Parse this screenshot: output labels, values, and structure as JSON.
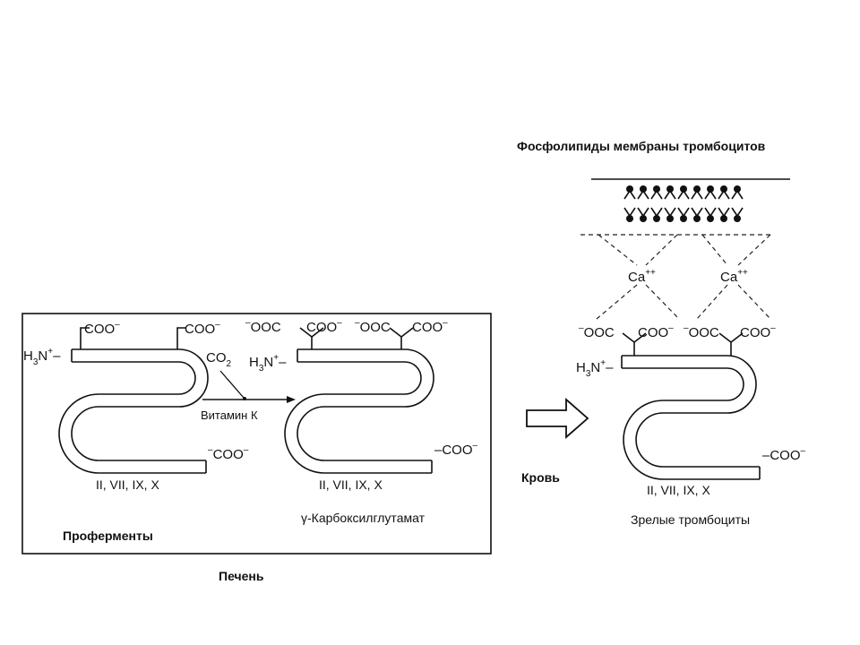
{
  "membrane_title": "Фосфолипиды мембраны тромбоцитов",
  "ca_ion": "Ca",
  "ca_charge": "++",
  "vitamin_k": "Витамин К",
  "co2": "CO",
  "co2_sub": "2",
  "blood": "Кровь",
  "liver": "Печень",
  "proenzymes": "Проферменты",
  "gla_label": "γ-Карбоксилглутамат",
  "mature_platelets": "Зрелые тромбоциты",
  "factors": "II, VII, IX, X",
  "coo": "COO",
  "ooc": "OOC",
  "minus": "–",
  "h3n": "H",
  "h3n_sub": "3",
  "h3n_rest": "N",
  "plus": "+"
}
